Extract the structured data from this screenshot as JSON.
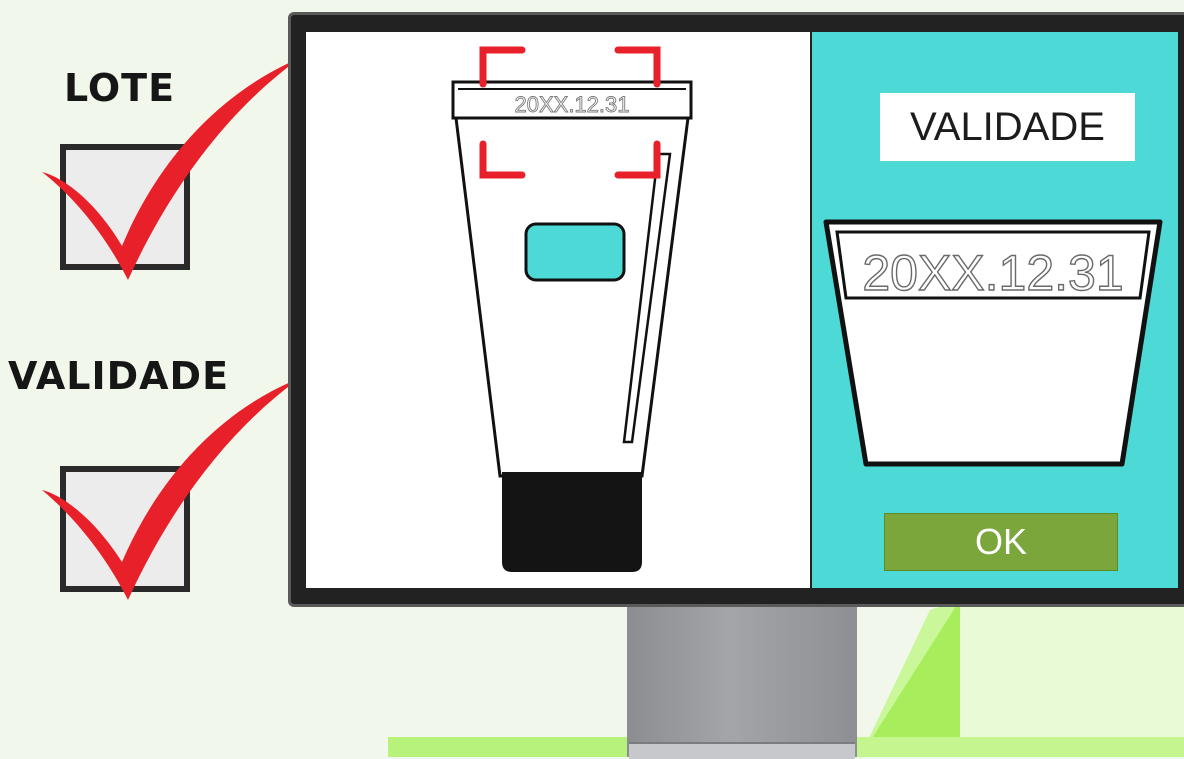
{
  "checklist": [
    {
      "label": "LOTE",
      "checked": true
    },
    {
      "label": "VALIDADE",
      "checked": true
    }
  ],
  "tube": {
    "printed_code": "20XX.12.31"
  },
  "panel": {
    "title": "VALIDADE",
    "detected_code": "20XX.12.31",
    "ok_label": "OK"
  },
  "colors": {
    "screen_accent": "#4ddad6",
    "ok_button": "#7aa63b",
    "checkmark": "#e8202a",
    "focus_brackets": "#e8202a"
  },
  "icons": [
    "checkmark-icon",
    "checkbox-icon",
    "focus-bracket-icon"
  ]
}
